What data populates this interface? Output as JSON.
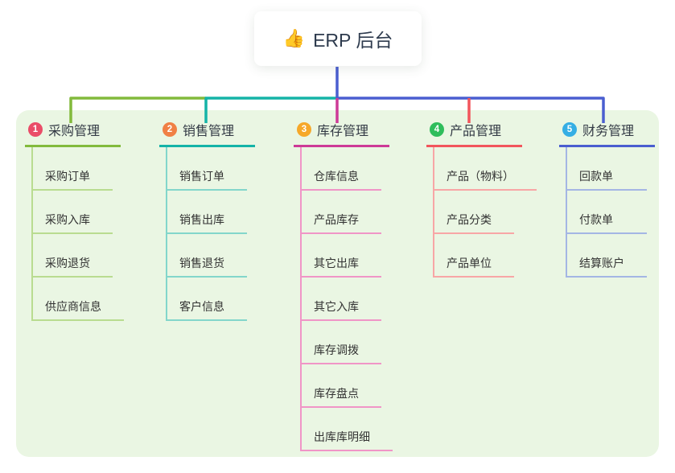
{
  "root": {
    "emoji": "👍",
    "label": "ERP 后台"
  },
  "colors": {
    "panel_bg": "#eaf6e3",
    "root_line": "#4a5ed0",
    "root_text": "#2e3b4e",
    "node_text": "#333333"
  },
  "branches": [
    {
      "num": "1",
      "label": "采购管理",
      "badge_color": "#ea4c68",
      "line_color": "#82ba3c",
      "child_line_color": "#b9dc90",
      "children": [
        "采购订单",
        "采购入库",
        "采购退货",
        "供应商信息"
      ]
    },
    {
      "num": "2",
      "label": "销售管理",
      "badge_color": "#f08045",
      "line_color": "#14b3a7",
      "child_line_color": "#83d6cb",
      "children": [
        "销售订单",
        "销售出库",
        "销售退货",
        "客户信息"
      ]
    },
    {
      "num": "3",
      "label": "库存管理",
      "badge_color": "#f6a829",
      "line_color": "#cd3a97",
      "child_line_color": "#f095c7",
      "children": [
        "仓库信息",
        "产品库存",
        "其它出库",
        "其它入库",
        "库存调拨",
        "库存盘点",
        "出库库明细"
      ]
    },
    {
      "num": "4",
      "label": "产品管理",
      "badge_color": "#2fbd5c",
      "line_color": "#f2555c",
      "child_line_color": "#f8a6a6",
      "children": [
        "产品（物料）",
        "产品分类",
        "产品单位"
      ]
    },
    {
      "num": "5",
      "label": "财务管理",
      "badge_color": "#35aee4",
      "line_color": "#4a5ed0",
      "child_line_color": "#a4b6e4",
      "children": [
        "回款单",
        "付款单",
        "结算账户"
      ]
    }
  ]
}
